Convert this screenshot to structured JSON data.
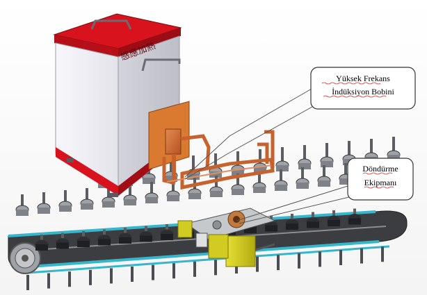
{
  "callouts": {
    "coil": {
      "line1": "Yüksek Frekans",
      "line2": "İndüksiyon Bobini"
    },
    "rotation": {
      "line1": "Döndürme",
      "line2": "Ekipmanı"
    }
  },
  "machine": {
    "lid_text": "感應加熱"
  },
  "colors": {
    "background": "#ffffff",
    "box_body": "#f2f2f6",
    "box_lid": "#d8131e",
    "copper": "#c7622e",
    "rail": "#32b4c9",
    "motor": "#d9d21a",
    "steel": "#4a4d52"
  }
}
